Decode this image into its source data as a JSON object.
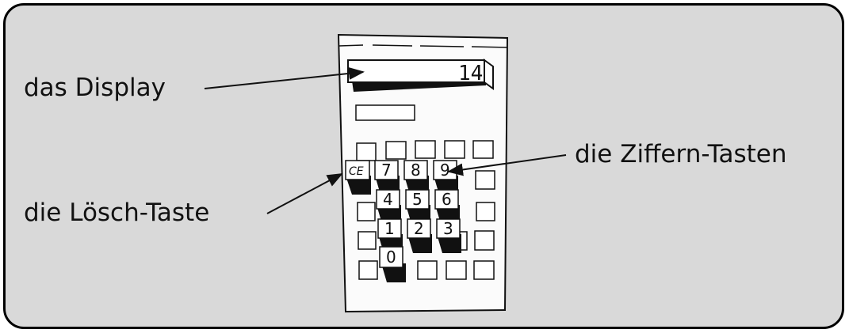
{
  "labels": {
    "display": "das Display",
    "digit_keys": "die Ziffern-Tasten",
    "clear_key": "die Lösch-Taste"
  },
  "calculator": {
    "display_value": "14",
    "keys": {
      "clear": "CE",
      "k7": "7",
      "k8": "8",
      "k9": "9",
      "k4": "4",
      "k5": "5",
      "k6": "6",
      "k1": "1",
      "k2": "2",
      "k3": "3",
      "k0": "0"
    }
  },
  "colors": {
    "panel_background": "#d9d9d9",
    "calculator_body": "#ffffff",
    "ink": "#111111"
  }
}
